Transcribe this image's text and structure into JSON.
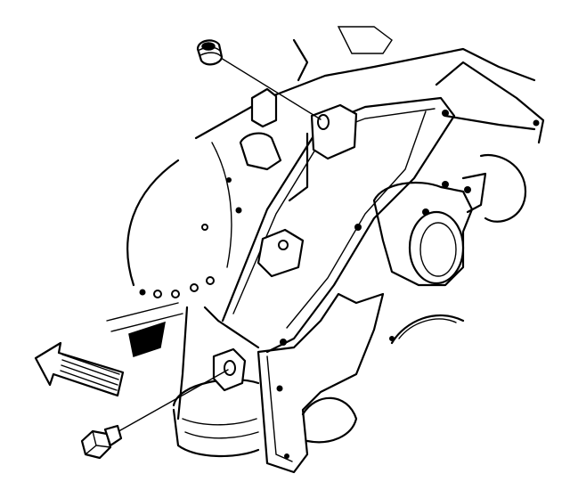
{
  "figure": {
    "subject": "engine-block-rear-oil-gallery-plugs",
    "parts": [
      {
        "id": "upper-plug",
        "icon": "threaded-plug-icon"
      },
      {
        "id": "lower-bolt",
        "icon": "hex-bolt-plug-icon"
      },
      {
        "id": "direction-arrow",
        "icon": "arrow-left-icon"
      }
    ],
    "colors": {
      "line": "#000000",
      "background": "#ffffff"
    }
  }
}
